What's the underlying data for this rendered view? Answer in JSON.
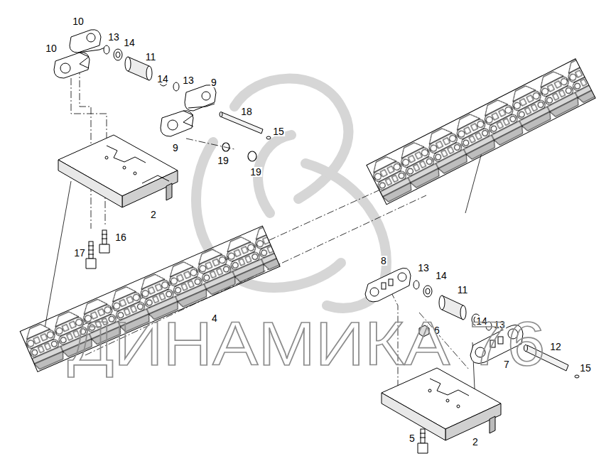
{
  "diagram": {
    "labels": [
      "10",
      "10",
      "13",
      "14",
      "11",
      "14",
      "13",
      "9",
      "9",
      "18",
      "15",
      "19",
      "19",
      "2",
      "17",
      "16",
      "4",
      "8",
      "13",
      "14",
      "11",
      "14",
      "13",
      "6",
      "7",
      "12",
      "15",
      "5",
      "2",
      "ДИНАМИКА 76"
    ]
  }
}
